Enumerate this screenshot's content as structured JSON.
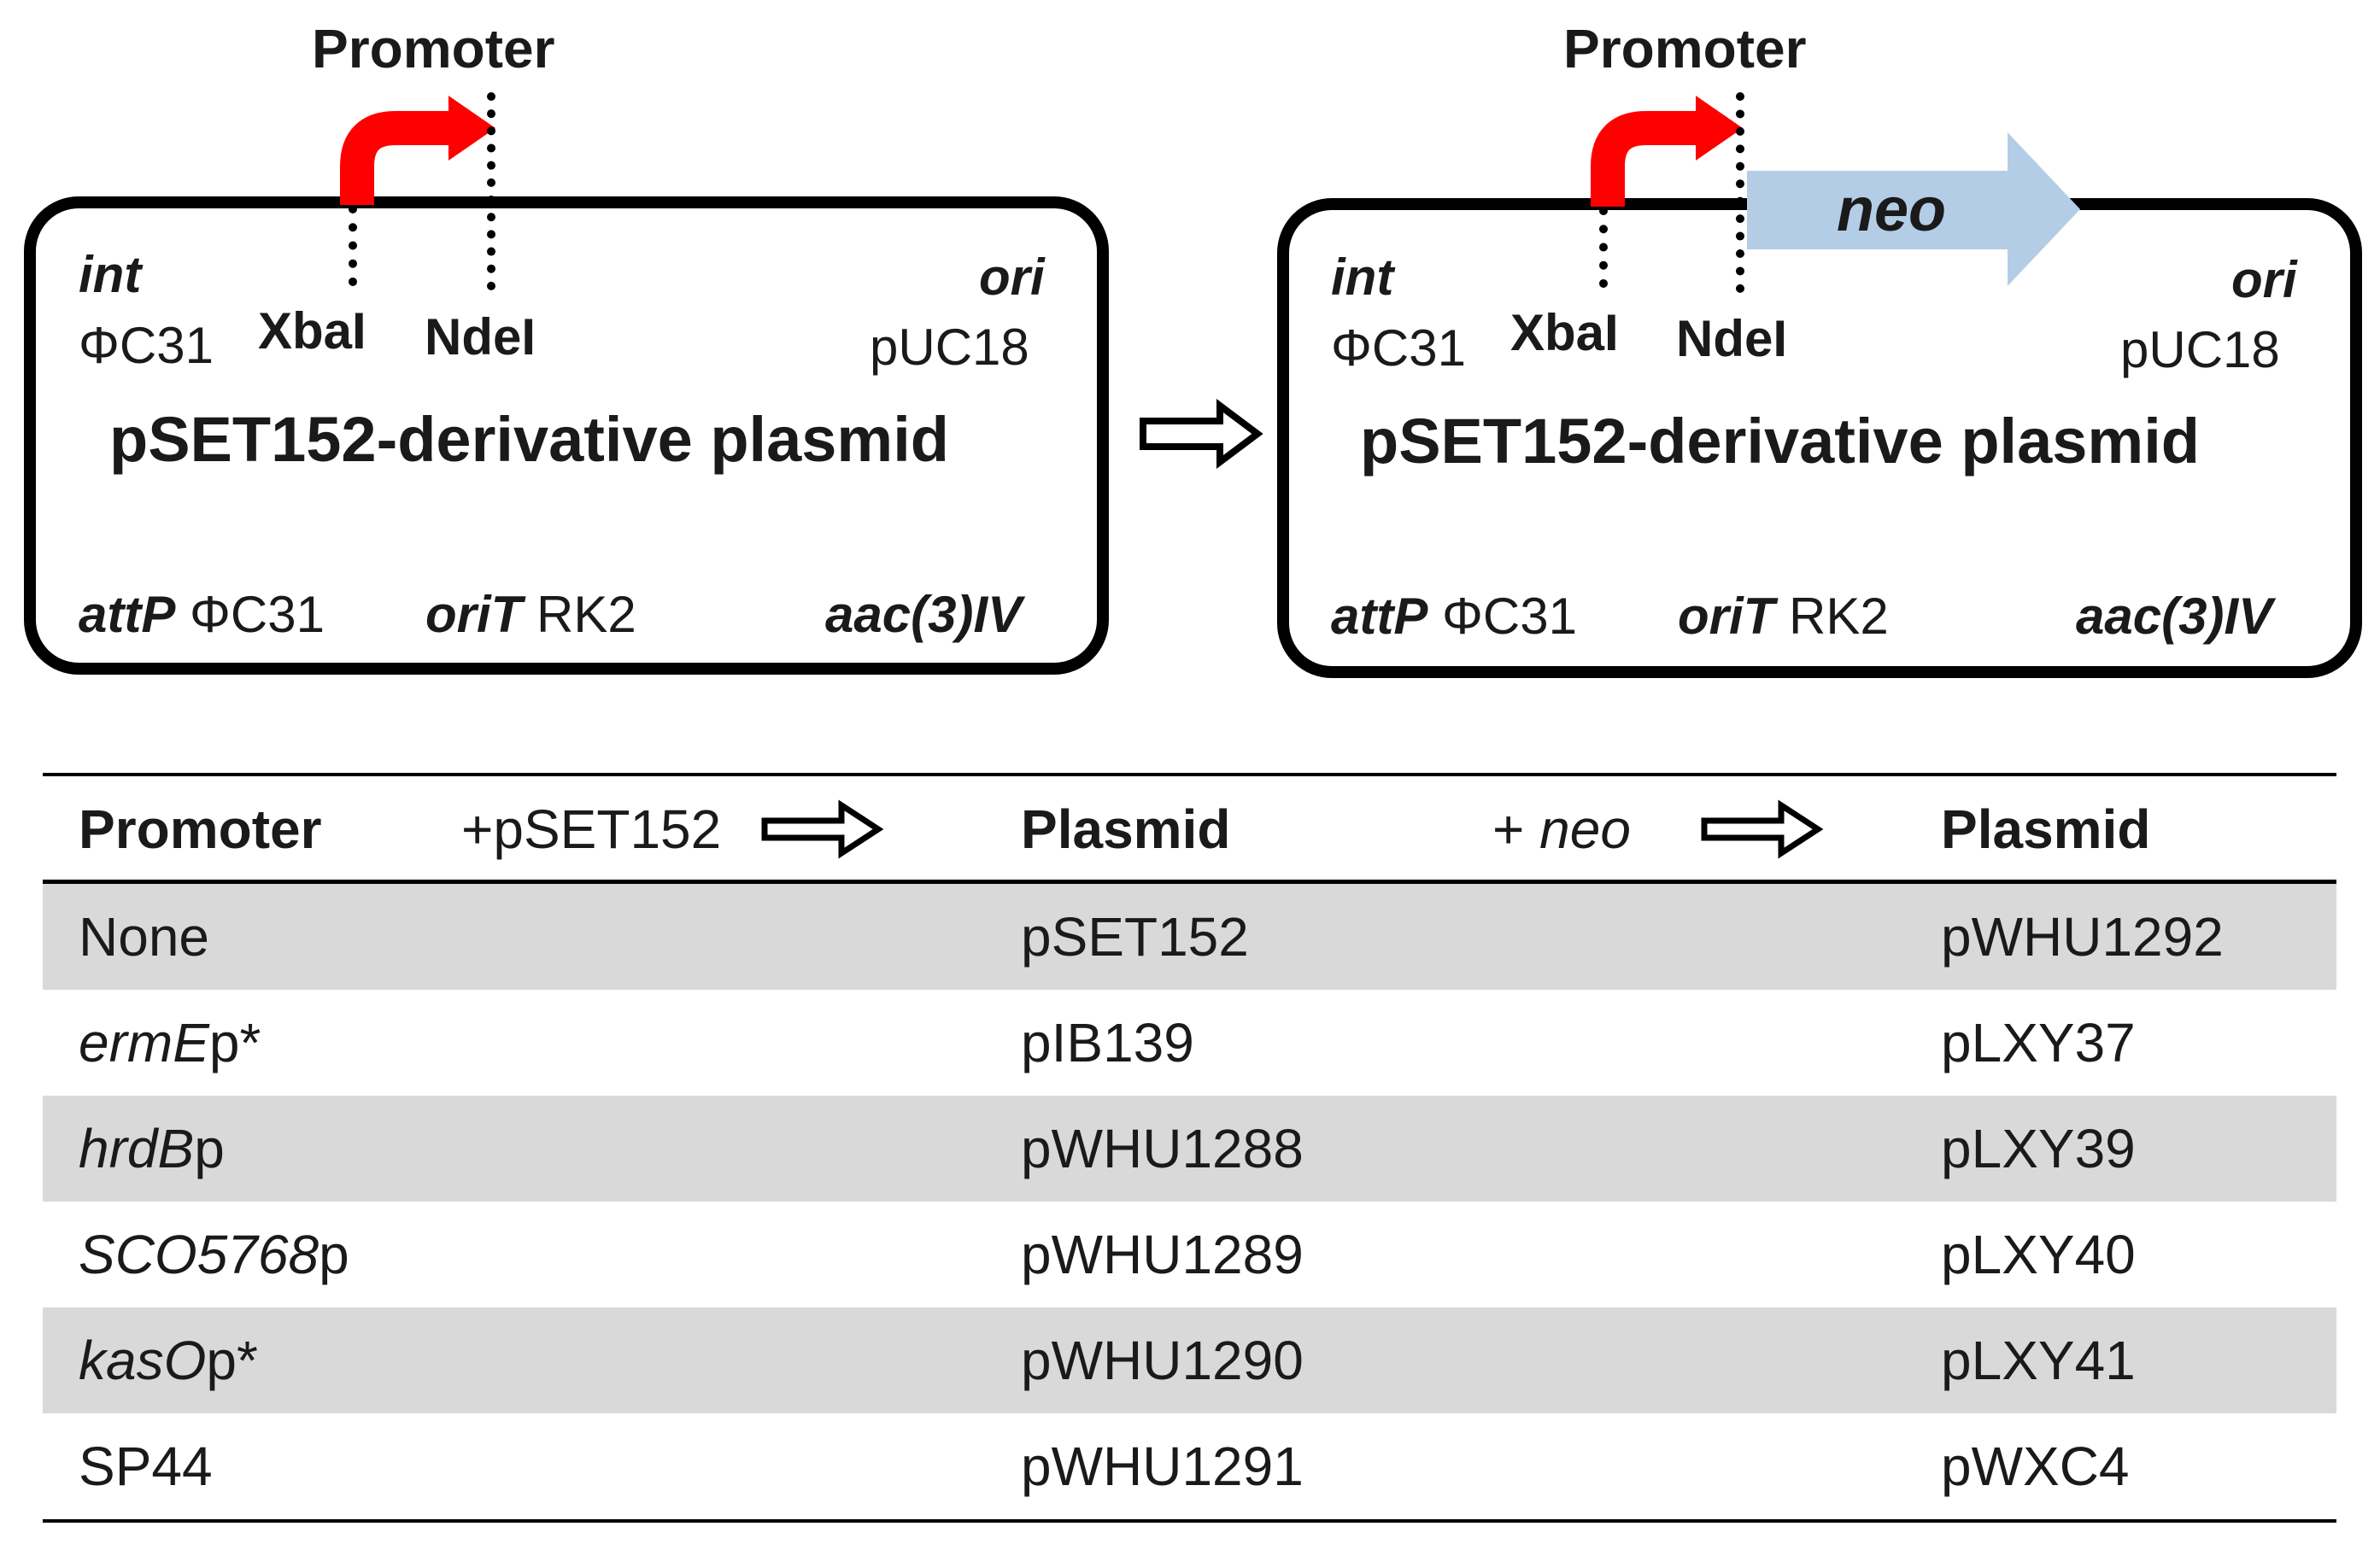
{
  "diagram": {
    "left": {
      "promoter_label": "Promoter",
      "int_label": "int",
      "int_sub": "ΦC31",
      "xbal_label": "XbaI",
      "ndel_label": "NdeI",
      "ori_label": "ori",
      "ori_sub": "pUC18",
      "title": "pSET152-derivative plasmid",
      "attp_label": "attP",
      "attp_sub": "ΦC31",
      "orit_label": "oriT",
      "orit_sub": "RK2",
      "aac_label": "aac(3)IV"
    },
    "right": {
      "promoter_label": "Promoter",
      "neo_label": "neo",
      "int_label": "int",
      "int_sub": "ΦC31",
      "xbal_label": "XbaI",
      "ndel_label": "NdeI",
      "ori_label": "ori",
      "ori_sub": "pUC18",
      "title": "pSET152-derivative plasmid",
      "attp_label": "attP",
      "attp_sub": "ΦC31",
      "orit_label": "oriT",
      "orit_sub": "RK2",
      "aac_label": "aac(3)IV"
    },
    "colors": {
      "promoter_arrow": "#ff0000",
      "neo_arrow": "#b4cde6",
      "outline": "#000000",
      "row_shade": "#d9d9d9"
    }
  },
  "table": {
    "headers": {
      "promoter": "Promoter",
      "add_pset": "+pSET152",
      "plasmid1": "Plasmid",
      "add_neo_plus": "+ ",
      "add_neo": "neo",
      "plasmid2": "Plasmid"
    },
    "rows": [
      {
        "promoter_italic": "",
        "promoter_suffix": "None",
        "plasmid": "pSET152",
        "neo_plasmid": "pWHU1292",
        "shaded": true
      },
      {
        "promoter_italic": "ermE",
        "promoter_suffix": "p*",
        "plasmid": "pIB139",
        "neo_plasmid": "pLXY37",
        "shaded": false
      },
      {
        "promoter_italic": "hrdB",
        "promoter_suffix": "p",
        "plasmid": "pWHU1288",
        "neo_plasmid": "pLXY39",
        "shaded": true
      },
      {
        "promoter_italic": "SCO5768",
        "promoter_suffix": "p",
        "plasmid": "pWHU1289",
        "neo_plasmid": "pLXY40",
        "shaded": false
      },
      {
        "promoter_italic": "kasO",
        "promoter_suffix": "p*",
        "plasmid": "pWHU1290",
        "neo_plasmid": "pLXY41",
        "shaded": true
      },
      {
        "promoter_italic": "",
        "promoter_suffix": "SP44",
        "plasmid": "pWHU1291",
        "neo_plasmid": "pWXC4",
        "shaded": false
      }
    ]
  }
}
